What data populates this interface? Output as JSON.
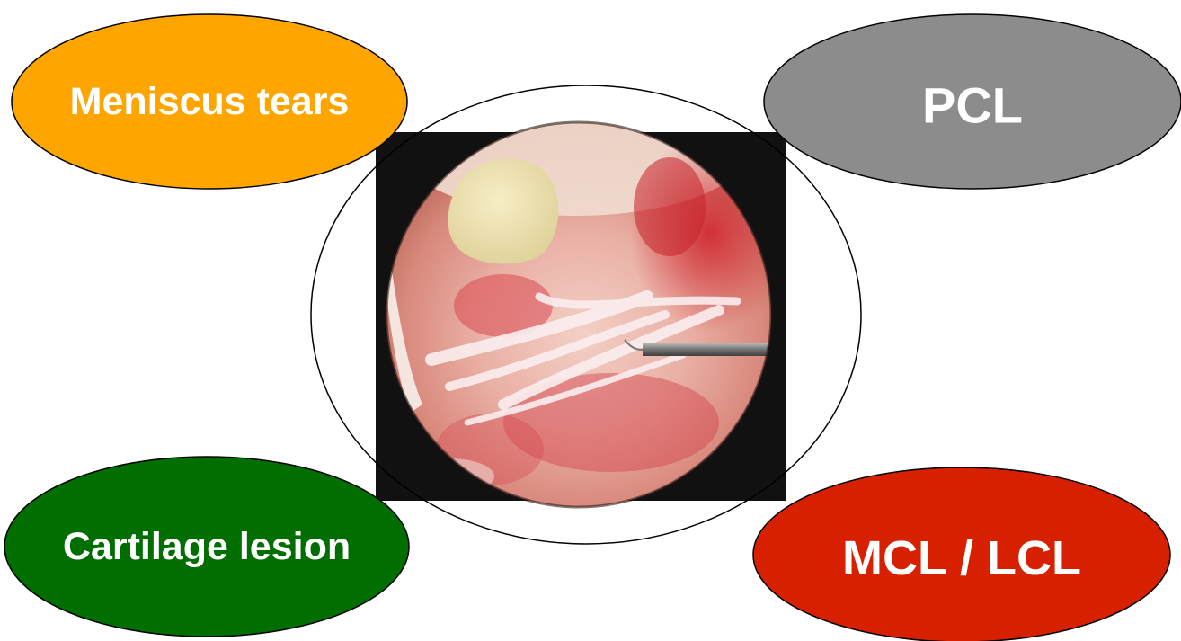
{
  "nodes": {
    "meniscus": {
      "label": "Meniscus tears",
      "color": "#FFA500"
    },
    "pcl": {
      "label": "PCL",
      "color": "#8C8C8C"
    },
    "cartilage": {
      "label": "Cartilage lesion",
      "color": "#006E00"
    },
    "mcl_lcl": {
      "label": "MCL / LCL",
      "color": "#D62000"
    }
  },
  "center_image": {
    "icon": "arthroscopy-photo",
    "border_color": "#111111"
  },
  "center_ring_color": "#000000"
}
